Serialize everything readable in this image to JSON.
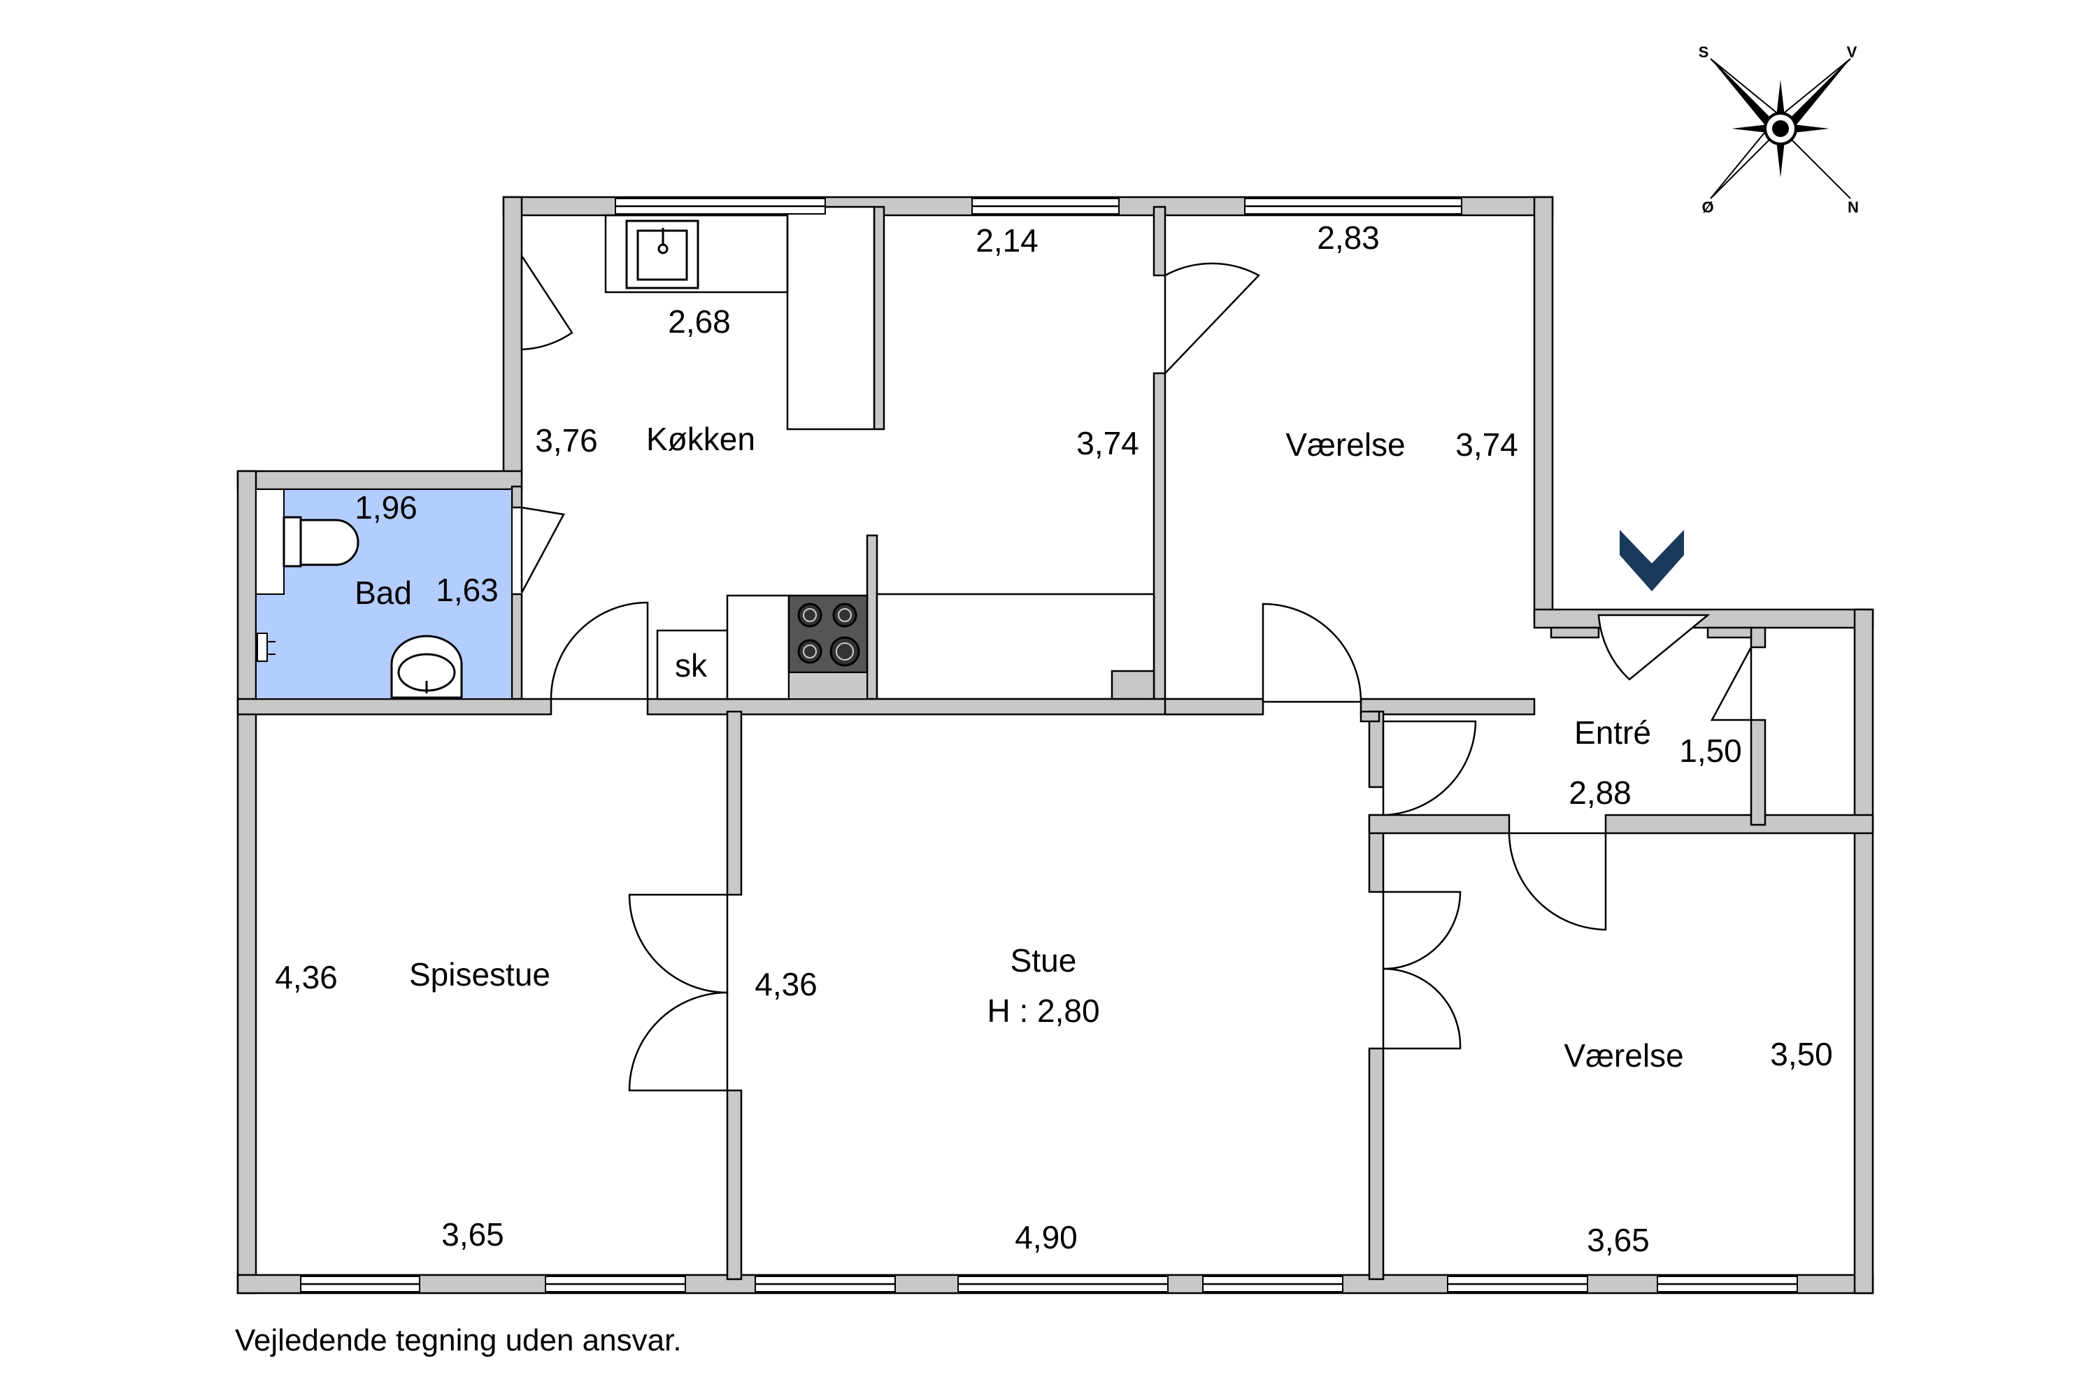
{
  "compass": {
    "s": "S",
    "v": "V",
    "oe": "Ø",
    "n": "N"
  },
  "rooms": {
    "kitchen": {
      "name": "Køkken",
      "dim_top": "2,68",
      "dim_side": "3,76"
    },
    "kitchen_right": {
      "dim_top": "2,14",
      "dim_side": "3,74"
    },
    "bedroom_top": {
      "name": "Værelse",
      "dim_top": "2,83",
      "dim_side": "3,74"
    },
    "bath": {
      "name": "Bad",
      "dim_top": "1,96",
      "dim_side": "1,63"
    },
    "cabinet": {
      "name": "sk"
    },
    "dining": {
      "name": "Spisestue",
      "dim_side": "4,36",
      "dim_bottom": "3,65"
    },
    "living": {
      "name": "Stue",
      "height": "H : 2,80",
      "dim_side": "4,36",
      "dim_bottom": "4,90"
    },
    "entry": {
      "name": "Entré",
      "dim_bottom": "2,88",
      "dim_side": "1,50"
    },
    "bedroom_bottom": {
      "name": "Værelse",
      "dim_side": "3,50",
      "dim_bottom": "3,65"
    }
  },
  "disclaimer": "Vejledende tegning uden ansvar.",
  "colors": {
    "bath_fill": "#b3cdff",
    "wall_fill": "#c8c8c8",
    "entrance_marker": "#1a3a5c"
  },
  "icons": [
    "compass-rose-icon",
    "entrance-arrow-icon",
    "sink-icon",
    "toilet-icon",
    "washbasin-icon",
    "stove-icon",
    "tap-icon"
  ]
}
